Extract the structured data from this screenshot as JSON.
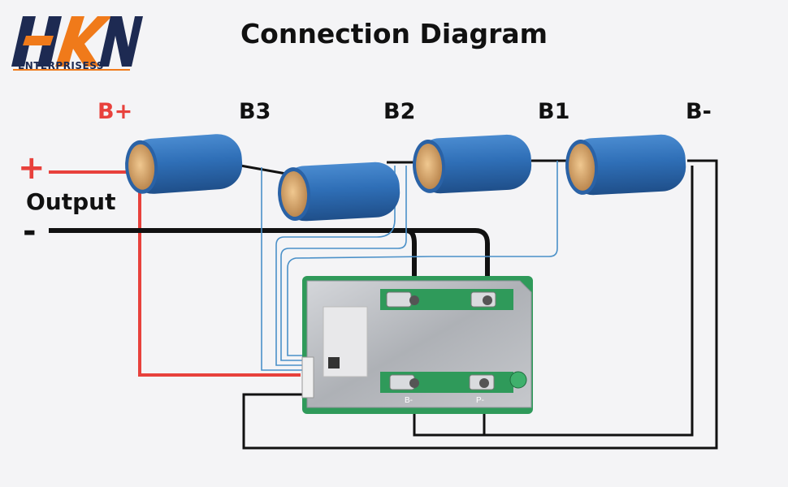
{
  "logo": {
    "letters": "HKN",
    "subtitle": "ENTERPRISESS"
  },
  "title": "Connection Diagram",
  "cell_labels": {
    "b_plus": "B+",
    "b3": "B3",
    "b2": "B2",
    "b1": "B1",
    "b_minus": "B-"
  },
  "output": {
    "plus": "+",
    "label": "Output",
    "minus": "-"
  },
  "board": {
    "label_b_minus": "B-",
    "label_p_minus": "P-"
  },
  "colors": {
    "background": "#f4f4f6",
    "cell_body": "#2f6fb7",
    "cell_terminal": "#d7a96f",
    "positive_wire": "#e8413c",
    "negative_wire": "#111111",
    "balance_wire": "#4a90c8",
    "pcb_green": "#2f9a5a",
    "heatsink": "#b9bcc1",
    "logo_orange": "#f07a1a",
    "logo_navy": "#1d2a52"
  }
}
